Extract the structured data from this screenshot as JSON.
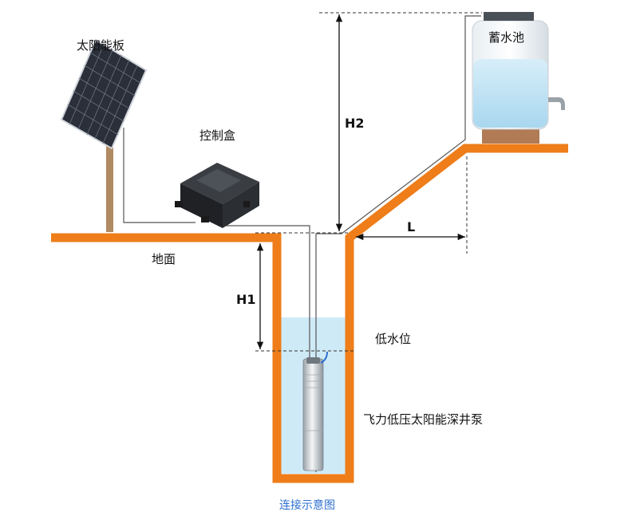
{
  "labels": {
    "solar_panel": "太阳能板",
    "control_box": "控制盒",
    "ground": "地面",
    "water_tank": "蓄水池",
    "low_water_level": "低水位",
    "pump": "飞力低压太阳能深井泵",
    "caption": "连接示意图"
  },
  "dimensions": {
    "h1": "H1",
    "h2": "H2",
    "l": "L"
  },
  "colors": {
    "ground_orange": "#ee7d1a",
    "water_blue": "#cfeaf7",
    "caption_blue": "#2e6fd0",
    "tank_base": "#b07b55"
  }
}
